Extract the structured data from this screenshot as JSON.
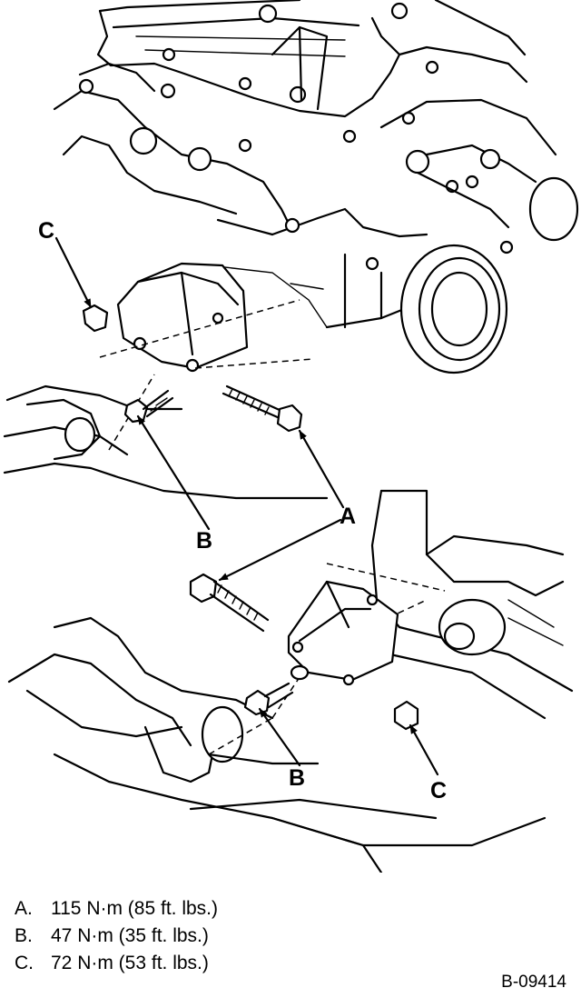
{
  "callouts": {
    "a": "A",
    "b": "B",
    "c": "C"
  },
  "legend": [
    {
      "letter": "A.",
      "text": "115 N·m (85 ft. lbs.)"
    },
    {
      "letter": "B.",
      "text": "47 N·m (35 ft. lbs.)"
    },
    {
      "letter": "C.",
      "text": "72 N·m (53 ft. lbs.)"
    }
  ],
  "figure_id": "B-09414"
}
